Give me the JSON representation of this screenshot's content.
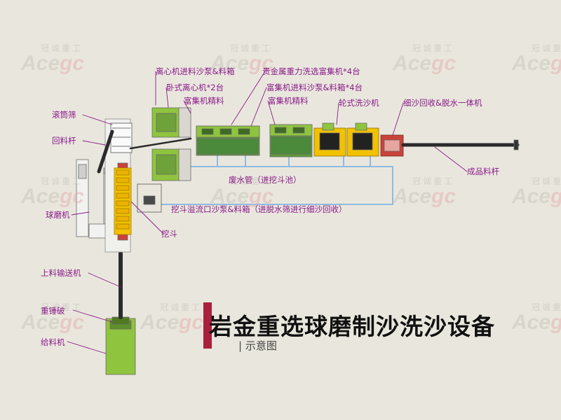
{
  "watermark": {
    "cn": "冠诚重工",
    "en_main": "Ace",
    "en_accent": "gc"
  },
  "labels": {
    "centrifuge_feed_pump": "离心机进料沙泵&料箱",
    "horizontal_centrifuge": "卧式离心机*2台",
    "concentrate_left": "富集机精料",
    "gold_gravity": "贵金属重力洗选富集机*4台",
    "concentrator_feed_pump": "富集机进料沙泵&料箱*4台",
    "concentrate_right": "富集机精料",
    "wheel_washer": "轮式洗沙机",
    "fine_sand_recovery": "细沙回收&脱水一体机",
    "trommel": "滚筒筛",
    "return_screw": "回料杆",
    "ball_mill": "球磨机",
    "waste_pipe": "废水管（进挖斗池）",
    "bucket_overflow": "挖斗溢流口沙泵&料箱（进脱水筛进行细沙回收）",
    "product_screw": "成品料杆",
    "bucket": "挖斗",
    "feed_conveyor": "上料输送机",
    "hammer_crusher": "重锤破",
    "feeder": "给料机"
  },
  "title": "岩金重选球磨制沙洗沙设备",
  "subtitle": "| 示意图",
  "colors": {
    "background": "#e9e7dd",
    "label": "#8a1a8a",
    "green_equipment": "#8fc43f",
    "yellow_equipment": "#f2c100",
    "red_equipment": "#c9433a",
    "dark_shaft": "#2b2b2b",
    "pipe": "#8fbadf",
    "title_accent": "#a8203c"
  }
}
